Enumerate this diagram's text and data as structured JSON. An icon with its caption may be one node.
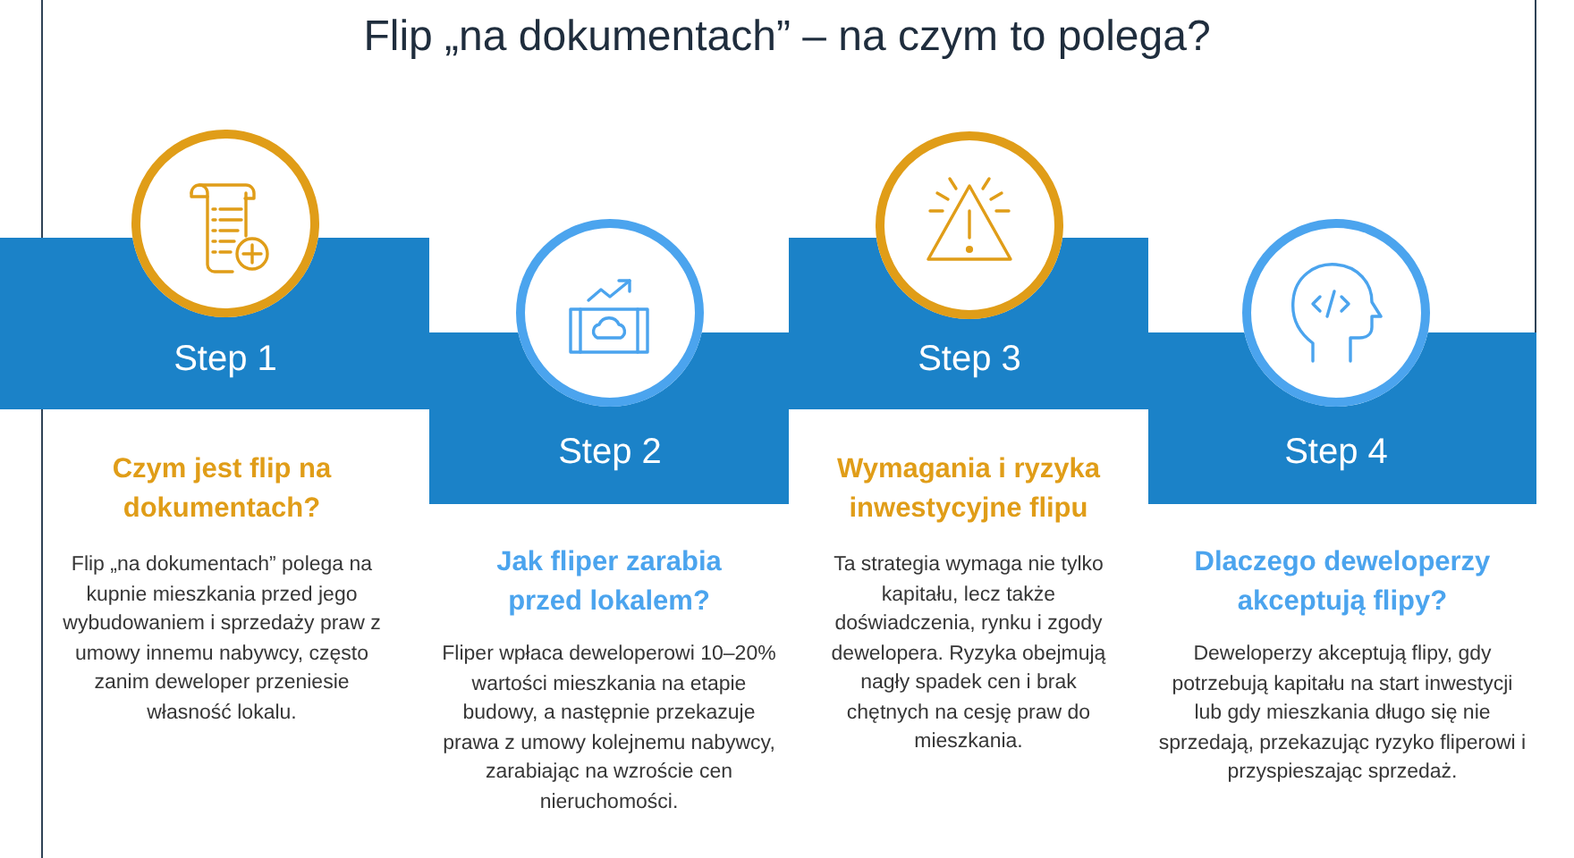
{
  "diagram": {
    "title": "Flip „na dokumentach” – na czym to polega?",
    "nodes": [
      {
        "text": [
          "Step 1"
        ]
      },
      {
        "text": [
          "Czym jest flip na dokumentach?",
          "Flip „na dokumentach” polega na kupnie mieszkania przed jego wybudowaniem i sprzedaży praw z umowy innemu nabywcy, często zanim deweloper przeniesie własność lokalu."
        ]
      },
      {
        "text": [
          "Step 2"
        ]
      },
      {
        "text": [
          "Jak fliper zarabia przed lokalem?",
          "Fliper wpłaca deweloperowi 10–20% wartości mieszkania na etapie budowy, a następnie przekazuje prawa z umowy kolejnemu nabywcy, zarabiając na wzroście cen nieruchomości."
        ]
      },
      {
        "text": [
          "Step 3"
        ]
      },
      {
        "text": [
          "Wymagania i ryzyka inwestycyjne flipu",
          "Ta strategia wymaga nie tylko kapitału, lecz także doświadczenia, rynku i zgody dewelopera. Ryzyka obejmują nagły spadek cen i brak chętnych na cesję praw do mieszkania."
        ]
      },
      {
        "text": [
          "Step 4"
        ]
      },
      {
        "text": [
          "Dlaczego deweloperzy akceptują flipy?",
          "Deweloperzy akceptują flipy, gdy potrzebują kapitału na start inwestycji lub gdy mieszkania długo się nie sprzedają, przekazując ryzyko fliperowi i przyspieszając sprzedaż."
        ]
      }
    ]
  }
}
